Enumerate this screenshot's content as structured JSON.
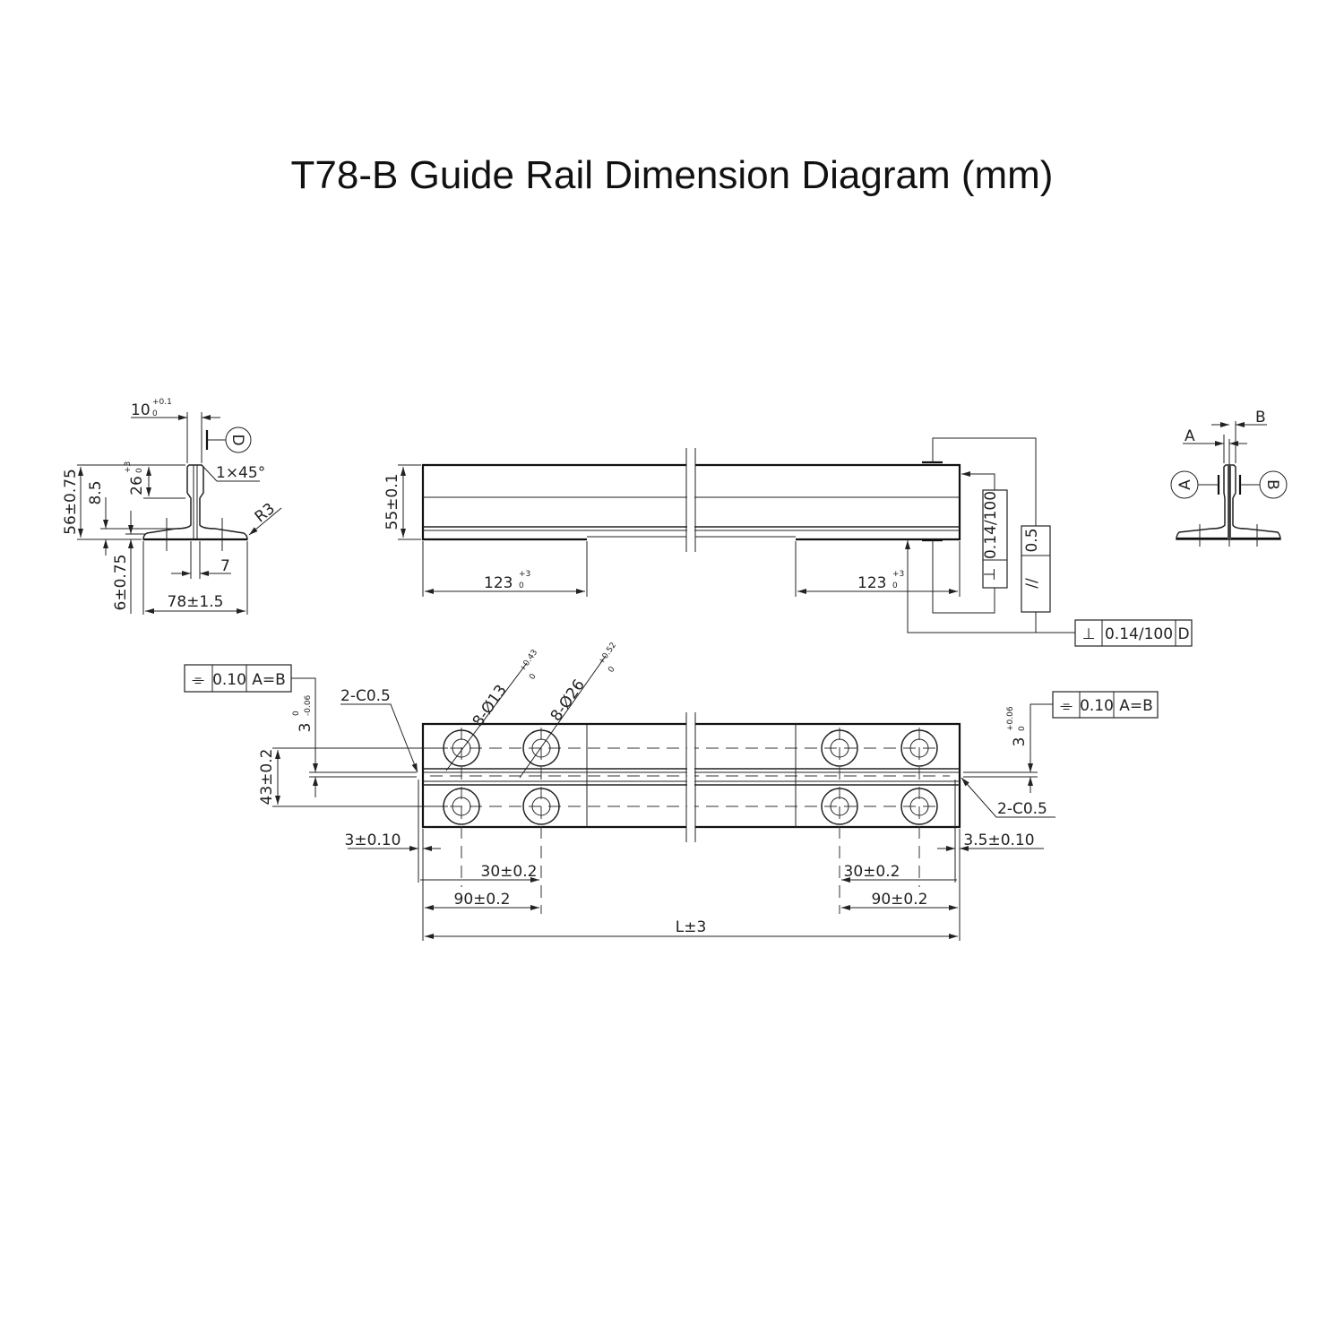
{
  "title": "T78-B Guide Rail Dimension Diagram (mm)",
  "section_view": {
    "head_width": "10",
    "head_width_tol_upper": "+0.1",
    "head_width_tol_lower": "0",
    "datum": "D",
    "chamfer": "1×45°",
    "height": "56±0.75",
    "neck": "8.5",
    "head_depth": "26",
    "head_depth_tol_upper": "+3",
    "head_depth_tol_lower": "0",
    "radius": "R3",
    "web": "7",
    "foot_thickness": "6±0.75",
    "foot_width": "78±1.5"
  },
  "side_view": {
    "height": "55±0.1",
    "machined_left": "123",
    "machined_left_tol_upper": "+3",
    "machined_left_tol_lower": "0",
    "machined_right": "123",
    "machined_right_tol_upper": "+3",
    "machined_right_tol_lower": "0",
    "perp_symbol": "⊥",
    "perp_value": "0.14/100",
    "parallel_symbol": "//",
    "parallel_value": "0.5",
    "perp_datum_value": "0.14/100",
    "perp_datum": "D"
  },
  "end_view": {
    "label_a": "A",
    "label_b": "B",
    "datum_a": "A",
    "datum_b": "B"
  },
  "plan_view": {
    "sym_left": {
      "symbol": "⌯",
      "value": "0.10",
      "datum": "A=B"
    },
    "sym_right": {
      "symbol": "⌯",
      "value": "0.10",
      "datum": "A=B"
    },
    "tongue_left": "3",
    "tongue_left_tol_upper": "0",
    "tongue_left_tol_lower": "-0.06",
    "tongue_right": "3",
    "tongue_right_tol_upper": "+0.06",
    "tongue_right_tol_lower": "0",
    "chamfer_left": "2-C0.5",
    "chamfer_right": "2-C0.5",
    "hole_small": "8-Ø13",
    "hole_small_tol_upper": "+0.43",
    "hole_small_tol_lower": "0",
    "hole_large": "8-Ø26",
    "hole_large_tol_upper": "+0.52",
    "hole_large_tol_lower": "0",
    "hole_spacing_vertical": "43±0.2",
    "tongue_offset_left": "3±0.10",
    "tongue_offset_right": "3.5±0.10",
    "pitch_left": "30±0.2",
    "end_left": "90±0.2",
    "pitch_right": "30±0.2",
    "end_right": "90±0.2",
    "length": "L±3"
  }
}
